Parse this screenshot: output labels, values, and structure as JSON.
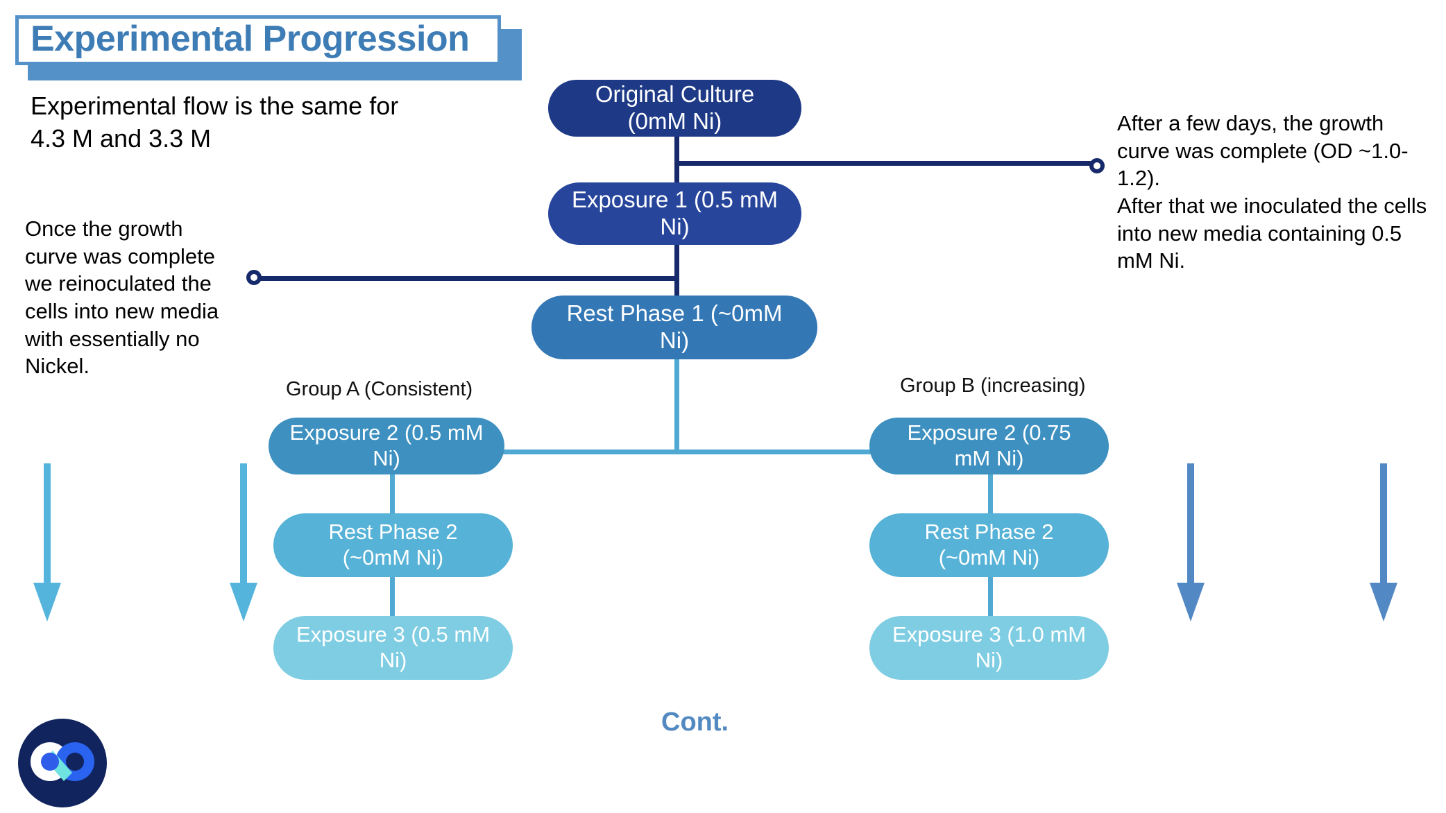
{
  "slide": {
    "title": "Experimental Progression",
    "intro_note": "Experimental flow is the same for\n4.3 M and 3.3 M",
    "continued_label": "Cont."
  },
  "annotations": {
    "left": "Once the growth\ncurve was complete\nwe reinoculated the\ncells into new media\nwith essentially no\nNickel.",
    "right": "After a few days, the growth\ncurve was complete (OD ~1.0-1.2).\nAfter that we inoculated the cells\ninto new media containing 0.5\nmM Ni."
  },
  "flow": {
    "trunk": [
      {
        "id": "original-culture",
        "label": "Original Culture\n(0mM Ni)",
        "color": "#1e3a87"
      },
      {
        "id": "exposure-1",
        "label": "Exposure 1 (0.5 mM\nNi)",
        "color": "#27459b"
      },
      {
        "id": "rest-phase-1",
        "label": "Rest Phase 1 (~0mM\nNi)",
        "color": "#3377b5"
      }
    ],
    "groups": [
      {
        "id": "group-a",
        "label": "Group A (Consistent)",
        "nodes": [
          {
            "id": "a-exposure-2",
            "label": "Exposure 2 (0.5 mM\nNi)",
            "color": "#3d90c0"
          },
          {
            "id": "a-rest-phase-2",
            "label": "Rest Phase 2\n(~0mM Ni)",
            "color": "#56b2d6"
          },
          {
            "id": "a-exposure-3",
            "label": "Exposure 3 (0.5 mM\nNi)",
            "color": "#7fcde2"
          }
        ]
      },
      {
        "id": "group-b",
        "label": "Group B (increasing)",
        "nodes": [
          {
            "id": "b-exposure-2",
            "label": "Exposure 2 (0.75\nmM Ni)",
            "color": "#3d90c0"
          },
          {
            "id": "b-rest-phase-2",
            "label": "Rest Phase 2\n(~0mM Ni)",
            "color": "#56b2d6"
          },
          {
            "id": "b-exposure-3",
            "label": "Exposure 3 (1.0 mM\nNi)",
            "color": "#7fcde2"
          }
        ]
      }
    ]
  },
  "colors": {
    "title_accent": "#3d7cb5",
    "title_border": "#5491c8",
    "dark_navy_connector": "#16296b",
    "light_blue_connector": "#4fa9d2",
    "left_arrow": "#55b4dc",
    "right_arrow": "#5288c3",
    "cont_text": "#5289c0"
  },
  "logo": {
    "name": "infinity-loop-logo",
    "outer": "#11245e",
    "ring_left": "#ffffff",
    "ring_right": "#2a63ef",
    "dot_left": "#2f5ce8",
    "connector": "#6fe3e0"
  }
}
